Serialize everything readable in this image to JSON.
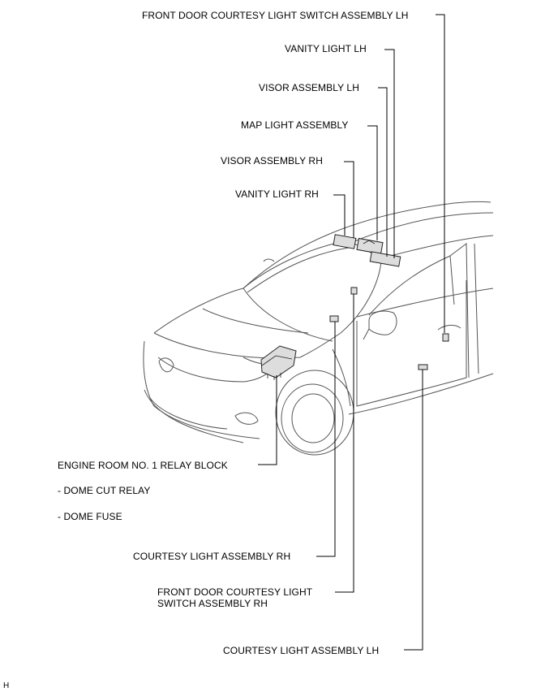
{
  "labels": {
    "front_door_switch_lh": "FRONT DOOR COURTESY LIGHT SWITCH ASSEMBLY LH",
    "vanity_light_lh": "VANITY LIGHT LH",
    "visor_assembly_lh": "VISOR ASSEMBLY LH",
    "map_light_assembly": "MAP LIGHT ASSEMBLY",
    "visor_assembly_rh": "VISOR ASSEMBLY RH",
    "vanity_light_rh": "VANITY LIGHT RH",
    "engine_room_relay_block": "ENGINE ROOM NO. 1 RELAY BLOCK",
    "dome_cut_relay": "- DOME CUT RELAY",
    "dome_fuse": "- DOME FUSE",
    "courtesy_light_rh": "COURTESY LIGHT ASSEMBLY RH",
    "front_door_switch_rh_line1": "FRONT DOOR COURTESY LIGHT",
    "front_door_switch_rh_line2": "SWITCH ASSEMBLY RH",
    "courtesy_light_lh": "COURTESY LIGHT ASSEMBLY LH",
    "corner_mark": "H"
  }
}
